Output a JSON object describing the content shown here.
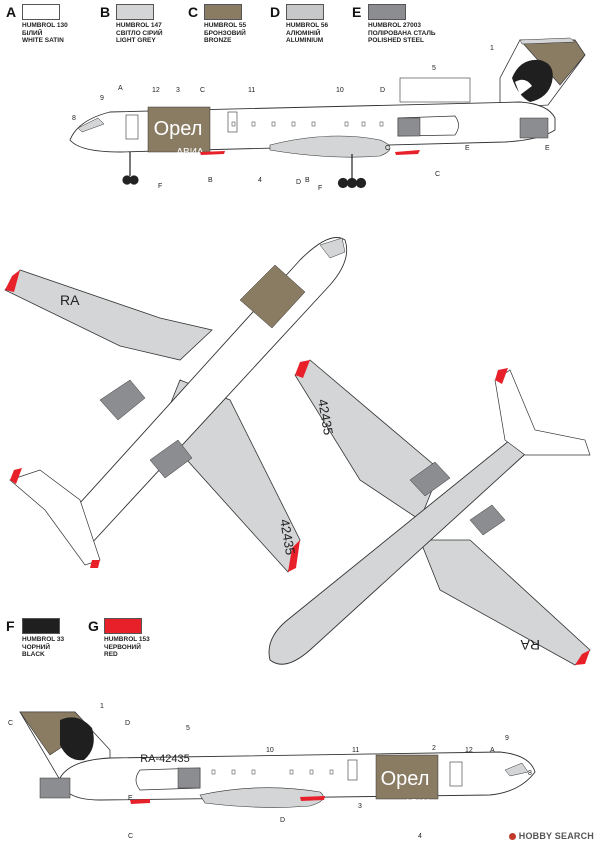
{
  "legend": [
    {
      "letter": "A",
      "code": "HUMBROL 130",
      "ua": "БІЛИЙ",
      "en": "WHITE SATIN",
      "color": "#ffffff"
    },
    {
      "letter": "B",
      "code": "HUMBROL 147",
      "ua": "СВІТЛО СІРИЙ",
      "en": "LIGHT GREY",
      "color": "#d3d5d6"
    },
    {
      "letter": "C",
      "code": "HUMBROL 55",
      "ua": "БРОНЗОВИЙ",
      "en": "BRONZE",
      "color": "#8a7b63"
    },
    {
      "letter": "D",
      "code": "HUMBROL 56",
      "ua": "АЛЮМІНІЙ",
      "en": "ALUMINIUM",
      "color": "#c6c8ca"
    },
    {
      "letter": "E",
      "code": "HUMBROL 27003",
      "ua": "ПОЛІРОВАНА СТАЛЬ",
      "en": "POLISHED STEEL",
      "color": "#8c8d90"
    },
    {
      "letter": "F",
      "code": "HUMBROL 33",
      "ua": "ЧОРНИЙ",
      "en": "BLACK",
      "color": "#1f1f1f"
    },
    {
      "letter": "G",
      "code": "HUMBROL 153",
      "ua": "ЧЕРВОНИЙ",
      "en": "RED",
      "color": "#e8202a"
    }
  ],
  "markings": {
    "registration": "RA-42435",
    "wing_reg_left": "RA",
    "wing_reg_right": "42435",
    "logo_main": "Орел",
    "logo_sub": "АВИА"
  },
  "callouts": {
    "side_top": [
      "A",
      "9",
      "12",
      "3",
      "C",
      "11",
      "10",
      "5",
      "1",
      "D",
      "C",
      "E",
      "8",
      "B",
      "4",
      "B",
      "D",
      "F",
      "F",
      "C",
      "E"
    ],
    "side_bottom": [
      "C",
      "1",
      "D",
      "5",
      "E",
      "10",
      "11",
      "2",
      "12",
      "A",
      "9",
      "8",
      "C",
      "D",
      "3",
      "4"
    ]
  },
  "footer": "HOBBY SEARCH"
}
